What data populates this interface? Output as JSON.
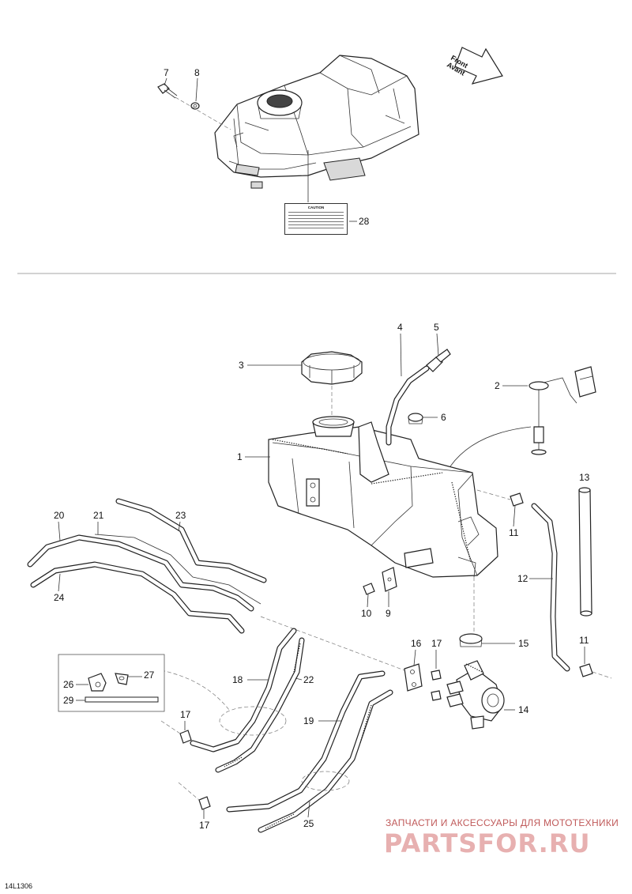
{
  "drawing_id": "14L1306",
  "watermark": {
    "tagline": "ЗАПЧАСТИ И АКСЕССУАРЫ ДЛЯ МОТОТЕХНИКИ",
    "logo": "PARTSFOR.RU"
  },
  "front_arrow": {
    "line1": "Front",
    "line2": "Avant"
  },
  "caution_label": {
    "title": "CAUTION"
  },
  "callouts": {
    "c1": "1",
    "c2": "2",
    "c3": "3",
    "c4": "4",
    "c5": "5",
    "c6": "6",
    "c7": "7",
    "c8": "8",
    "c9": "9",
    "c10": "10",
    "c11a": "11",
    "c11b": "11",
    "c12": "12",
    "c13": "13",
    "c14": "14",
    "c15": "15",
    "c16": "16",
    "c17a": "17",
    "c17b": "17",
    "c17c": "17",
    "c18": "18",
    "c19": "19",
    "c20": "20",
    "c21": "21",
    "c22": "22",
    "c23": "23",
    "c24": "24",
    "c25": "25",
    "c26": "26",
    "c27": "27",
    "c28": "28",
    "c29": "29"
  },
  "colors": {
    "line": "#222222",
    "watermark_text": "#c05a5a",
    "watermark_logo": "#e7b0b0"
  }
}
